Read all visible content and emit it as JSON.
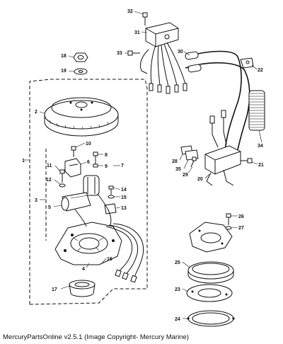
{
  "caption": "MercuryPartsOnline v2.5.1 (Image Copyright- Mercury Marine)",
  "callouts": [
    "1",
    "2",
    "3",
    "4",
    "5",
    "6",
    "7",
    "8",
    "9",
    "10",
    "11",
    "12",
    "13",
    "14",
    "15",
    "16",
    "17",
    "18",
    "19",
    "20",
    "21",
    "22",
    "23",
    "24",
    "25",
    "26",
    "27",
    "28",
    "29",
    "30",
    "31",
    "32",
    "33",
    "34",
    "35"
  ]
}
